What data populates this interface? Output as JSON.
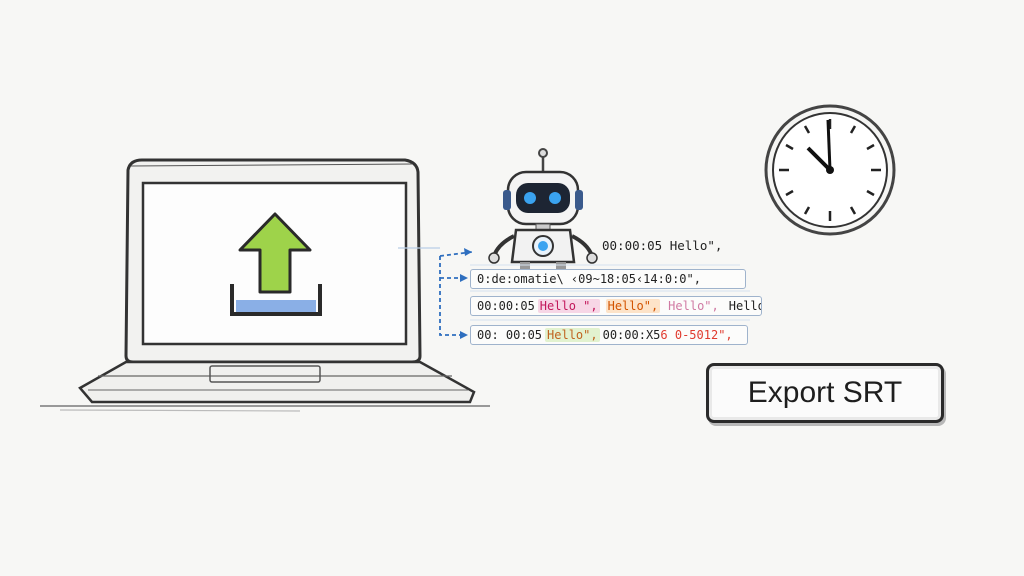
{
  "subtitles": {
    "first": "00:00:05 Hello\",",
    "rows": [
      {
        "text": "0:de:omati⁠e\\ ‹09~18:05‹14:0:0\","
      },
      {
        "start": "00:00:05",
        "hello_1": "Hello \",",
        "hello_2": "Hello\",",
        "tail_1": "Hello\",",
        "tail_2": "Hello\","
      },
      {
        "start": "00: 00:05",
        "hello": "Hello\",",
        "time": "00:00:X5",
        "tail": "6 0-5012\","
      }
    ]
  },
  "export": {
    "label": "Export SRT"
  },
  "clock": {
    "time": "11:58"
  },
  "icons": [
    "laptop-icon",
    "upload-arrow-icon",
    "robot-icon",
    "clock-icon",
    "dashed-arrow-icon"
  ],
  "colors": {
    "upload_arrow": "#8ccf3a",
    "tray": "#5b8fd6",
    "robot_eye": "#2f9ae8",
    "arrow_line": "#2f6fbf"
  }
}
